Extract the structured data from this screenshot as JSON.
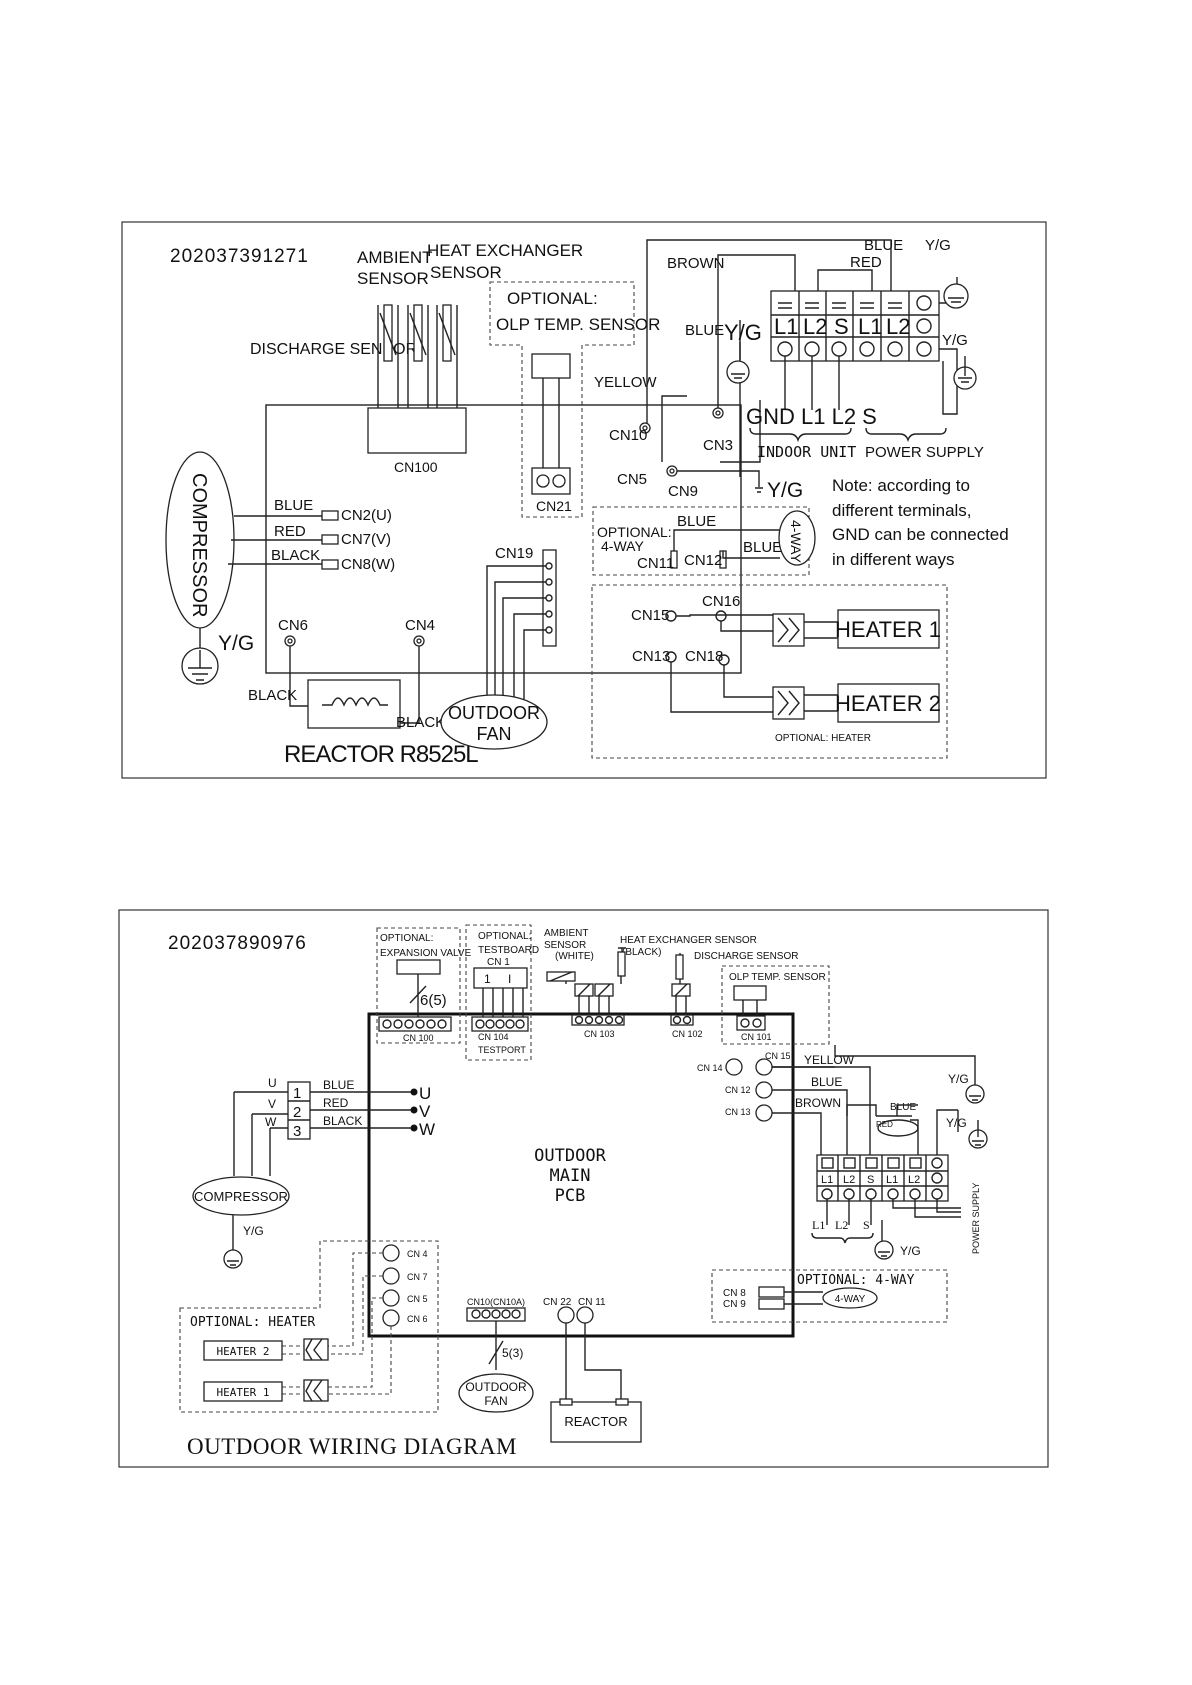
{
  "diagram1": {
    "code": "202037391271",
    "ambient_sensor": [
      "AMBIENT",
      "SENSOR"
    ],
    "heat_exchanger_sensor": [
      "HEAT EXCHANGER",
      "SENSOR"
    ],
    "discharge_sensor": "DISCHARGE SENSOR",
    "optional_olp": [
      "OPTIONAL:",
      "OLP TEMP. SENSOR"
    ],
    "cn100": "CN100",
    "cn21": "CN21",
    "compressor": "COMPRESSOR",
    "yg": "Y/G",
    "wires": {
      "blue": "BLUE",
      "red": "RED",
      "black": "BLACK",
      "brown": "BROWN",
      "yellow": "YELLOW"
    },
    "cn2": "CN2(U)",
    "cn7": "CN7(V)",
    "cn8": "CN8(W)",
    "cn6": "CN6",
    "cn4": "CN4",
    "cn19": "CN19",
    "cn10": "CN10",
    "cn3": "CN3",
    "cn5": "CN5",
    "cn9": "CN9",
    "cn11": "CN11",
    "cn12": "CN12",
    "cn15": "CN15",
    "cn16": "CN16",
    "cn13": "CN13",
    "cn18": "CN18",
    "reactor": "REACTOR R8525L",
    "outdoor_fan": [
      "OUTDOOR",
      "FAN"
    ],
    "optional_4way": [
      "OPTIONAL:",
      "4-WAY"
    ],
    "four_way": "4-WAY",
    "heater1": "HEATER 1",
    "heater2": "HEATER 2",
    "optional_heater": "OPTIONAL: HEATER",
    "terminal_labels": [
      "L1",
      "L2",
      "S",
      "L1",
      "L2"
    ],
    "gnd_labels": "GND L1  L2  S",
    "indoor_unit": "INDOOR UNIT",
    "power_supply": "POWER SUPPLY",
    "note": [
      "Note: according to",
      "different  terminals,",
      "GND can be connected",
      "in different ways"
    ]
  },
  "diagram2": {
    "code": "202037890976",
    "optional_expansion": [
      "OPTIONAL:",
      "EXPANSION VALVE"
    ],
    "optional_testboard": [
      "OPTIONAL:",
      "TESTBOARD",
      "CN 1"
    ],
    "testboard_pins": [
      "1",
      "I"
    ],
    "ambient_sensor": [
      "AMBIENT",
      "SENSOR",
      "(WHITE)"
    ],
    "heat_exchanger_sensor": [
      "HEAT EXCHANGER SENSOR",
      "(BLACK)"
    ],
    "discharge_sensor": "DISCHARGE SENSOR",
    "olp_sensor": "OLP TEMP. SENSOR",
    "wire_count1": "6(5)",
    "cn100": "CN 100",
    "cn104": [
      "CN 104",
      "TESTPORT"
    ],
    "cn103": "CN 103",
    "cn102": "CN 102",
    "cn101": "CN 101",
    "cn14": "CN 14",
    "cn15": "CN 15",
    "cn12": "CN 12",
    "cn13": "CN 13",
    "yellow": "YELLOW",
    "blue": "BLUE",
    "brown": "BROWN",
    "red": "RED",
    "black": "BLACK",
    "yg": "Y/G",
    "uvw": [
      "U",
      "V",
      "W"
    ],
    "pins": [
      "1",
      "2",
      "3"
    ],
    "compressor": "COMPRESSOR",
    "pcb": [
      "OUTDOOR",
      "MAIN",
      "PCB"
    ],
    "terminals": [
      "L1",
      "L2",
      "S",
      "L1",
      "L2"
    ],
    "lower_terms": [
      "L1",
      "L2",
      "S"
    ],
    "power_supply": "POWER SUPPLY",
    "cn4": "CN 4",
    "cn7": "CN 7",
    "cn5": "CN 5",
    "cn6": "CN 6",
    "optional_heater": "OPTIONAL:  HEATER",
    "heater2": "HEATER  2",
    "heater1": "HEATER  1",
    "cn10": "CN10(CN10A)",
    "wire_count2": "5(3)",
    "outdoor_fan": [
      "OUTDOOR",
      "FAN"
    ],
    "cn22": "CN 22",
    "cn11": "CN 11",
    "reactor": "REACTOR",
    "optional_4way": "OPTIONAL:  4-WAY",
    "cn8": "CN 8",
    "cn9": "CN 9",
    "four_way": "4-WAY",
    "title": "OUTDOOR WIRING DIAGRAM"
  }
}
